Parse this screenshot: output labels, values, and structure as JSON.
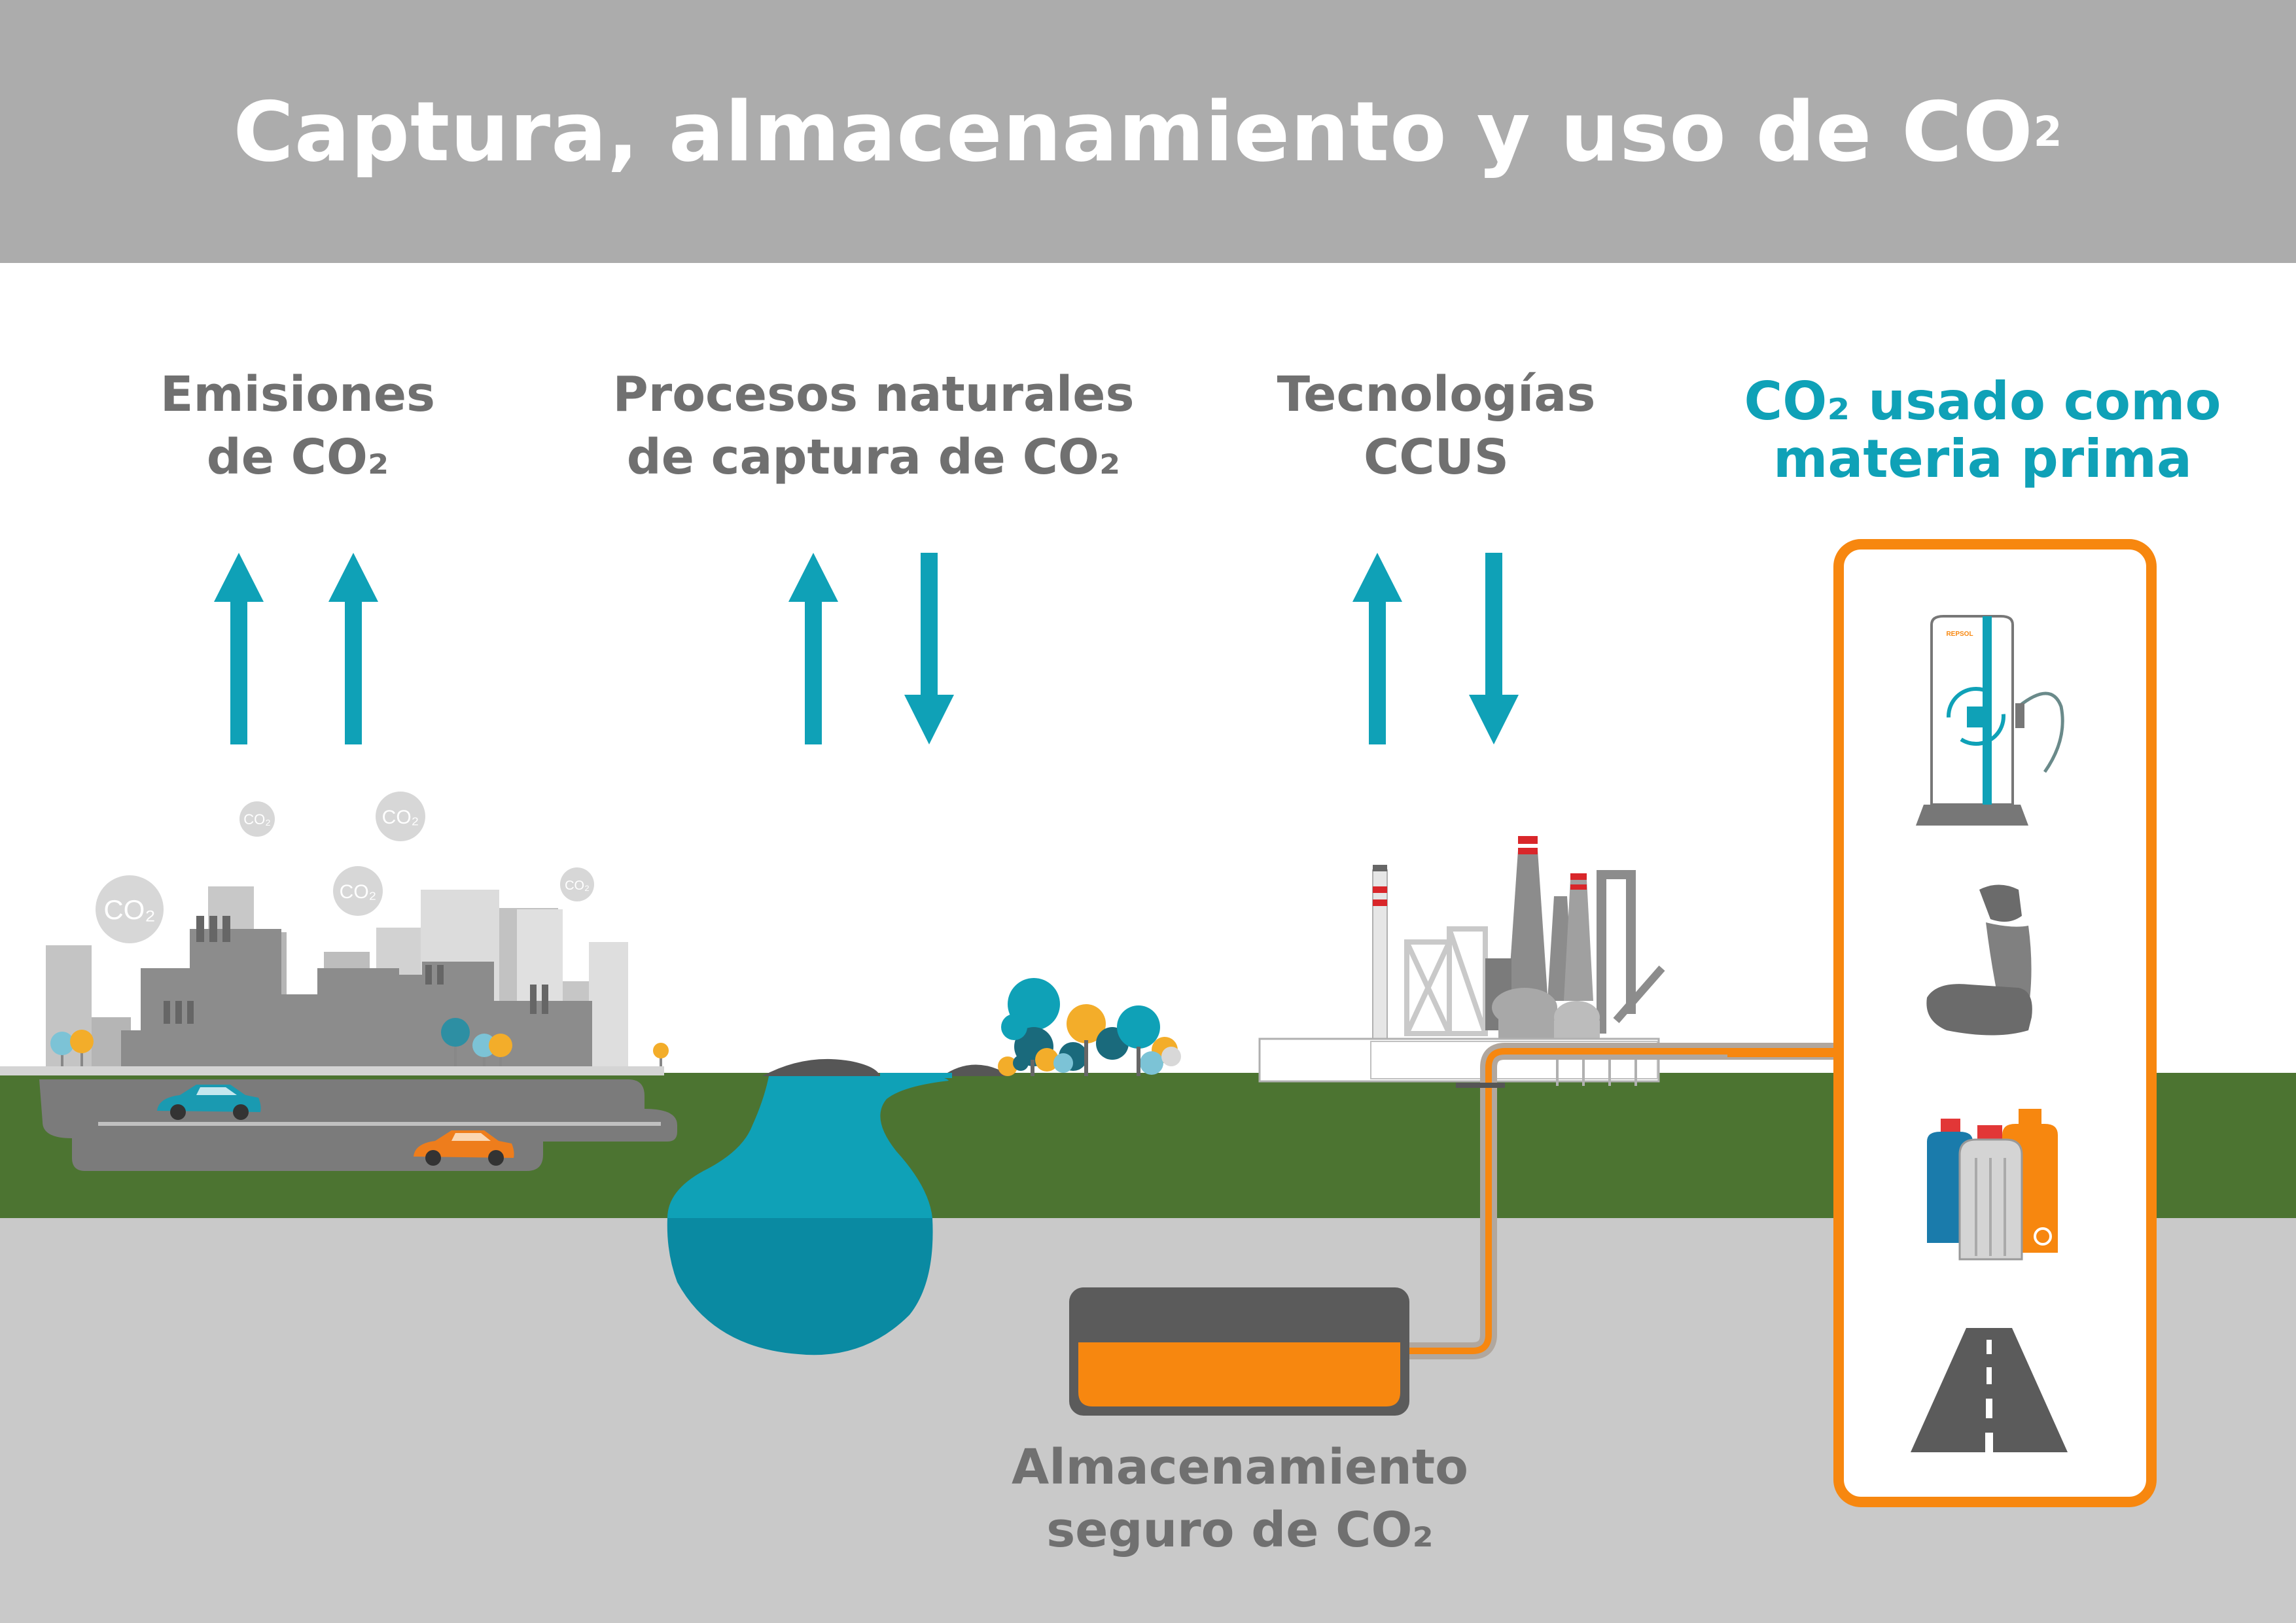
{
  "title": {
    "main": "Captura, almacenamiento y uso de CO",
    "sub": "2"
  },
  "labels": {
    "emisiones": [
      "Emisiones",
      "de CO₂"
    ],
    "procesos": [
      "Procesos naturales",
      "de captura de CO₂"
    ],
    "tecnologias": [
      "Tecnologías",
      "CCUS"
    ],
    "materia_prima": [
      "CO₂ usado como",
      "materia prima"
    ],
    "almacenamiento": [
      "Almacenamiento",
      "seguro de CO₂"
    ]
  },
  "bubbles": [
    "CO₂",
    "CO₂",
    "CO₂",
    "CO₂",
    "CO₂"
  ],
  "station_brand": "REPSOL",
  "colors": {
    "header": "#acacac",
    "teal": "#0fa1b7",
    "orange": "#f7870f",
    "grass": "#4c7431",
    "underground": "#c9c9c9",
    "grey_text": "#707070",
    "road": "#7b7b7b",
    "water": "#0a9bb3"
  }
}
